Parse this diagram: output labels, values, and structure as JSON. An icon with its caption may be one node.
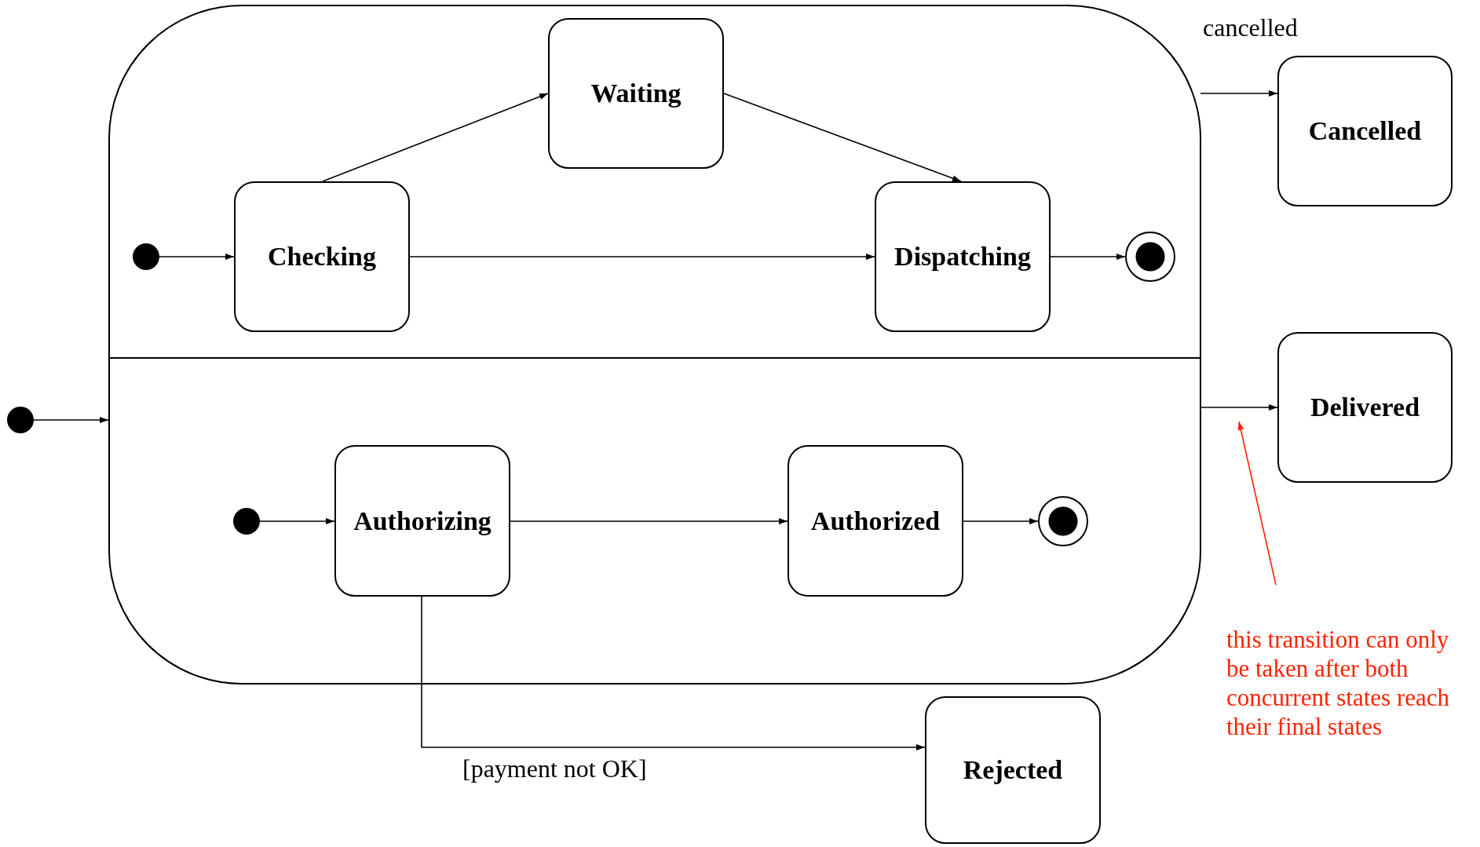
{
  "diagram": {
    "nodes": [
      {
        "text": [],
        "shape": "box"
      },
      {
        "text": [],
        "shape": "circle",
        "in": 0
      },
      {
        "text": [
          "Checking"
        ],
        "in": 0
      },
      {
        "text": [
          "Waiting"
        ],
        "in": 0
      },
      {
        "text": [
          "Dispatching"
        ],
        "in": 0
      },
      {
        "text": [],
        "shape": "bullseye",
        "in": 0
      },
      {
        "text": [],
        "shape": "circle",
        "in": 0
      },
      {
        "text": [
          "Authorizing"
        ],
        "in": 0
      },
      {
        "text": [
          "Authorized"
        ],
        "in": 0
      },
      {
        "text": [],
        "shape": "bullseye",
        "in": 0
      },
      {
        "text": [],
        "shape": "circle"
      },
      {
        "text": [
          "Cancelled"
        ]
      },
      {
        "text": [
          "Delivered"
        ]
      },
      {
        "text": [
          "Rejected"
        ]
      },
      {
        "text": [
          "this transition can only be taken after both concurrent states reach their final states"
        ]
      }
    ],
    "edges": [
      {
        "from": 10,
        "to": 0,
        "arrow": "to"
      },
      {
        "from": 1,
        "to": 2,
        "arrow": "to"
      },
      {
        "from": 2,
        "to": 3,
        "arrow": "to"
      },
      {
        "from": 3,
        "to": 4,
        "arrow": "to"
      },
      {
        "from": 2,
        "to": 4,
        "arrow": "to"
      },
      {
        "from": 4,
        "to": 5,
        "arrow": "to"
      },
      {
        "from": 6,
        "to": 7,
        "arrow": "to"
      },
      {
        "from": 7,
        "to": 8,
        "arrow": "to"
      },
      {
        "from": 8,
        "to": 9,
        "arrow": "to"
      },
      {
        "from": 0,
        "to": 11,
        "arrow": "to",
        "label": "cancelled"
      },
      {
        "from": 0,
        "to": 12,
        "arrow": "to"
      },
      {
        "from": 7,
        "to": 13,
        "arrow": "to",
        "label": "[payment not OK]"
      },
      {
        "from": 14,
        "to": null,
        "arrow": "to",
        "color": "#ff2200"
      }
    ]
  }
}
